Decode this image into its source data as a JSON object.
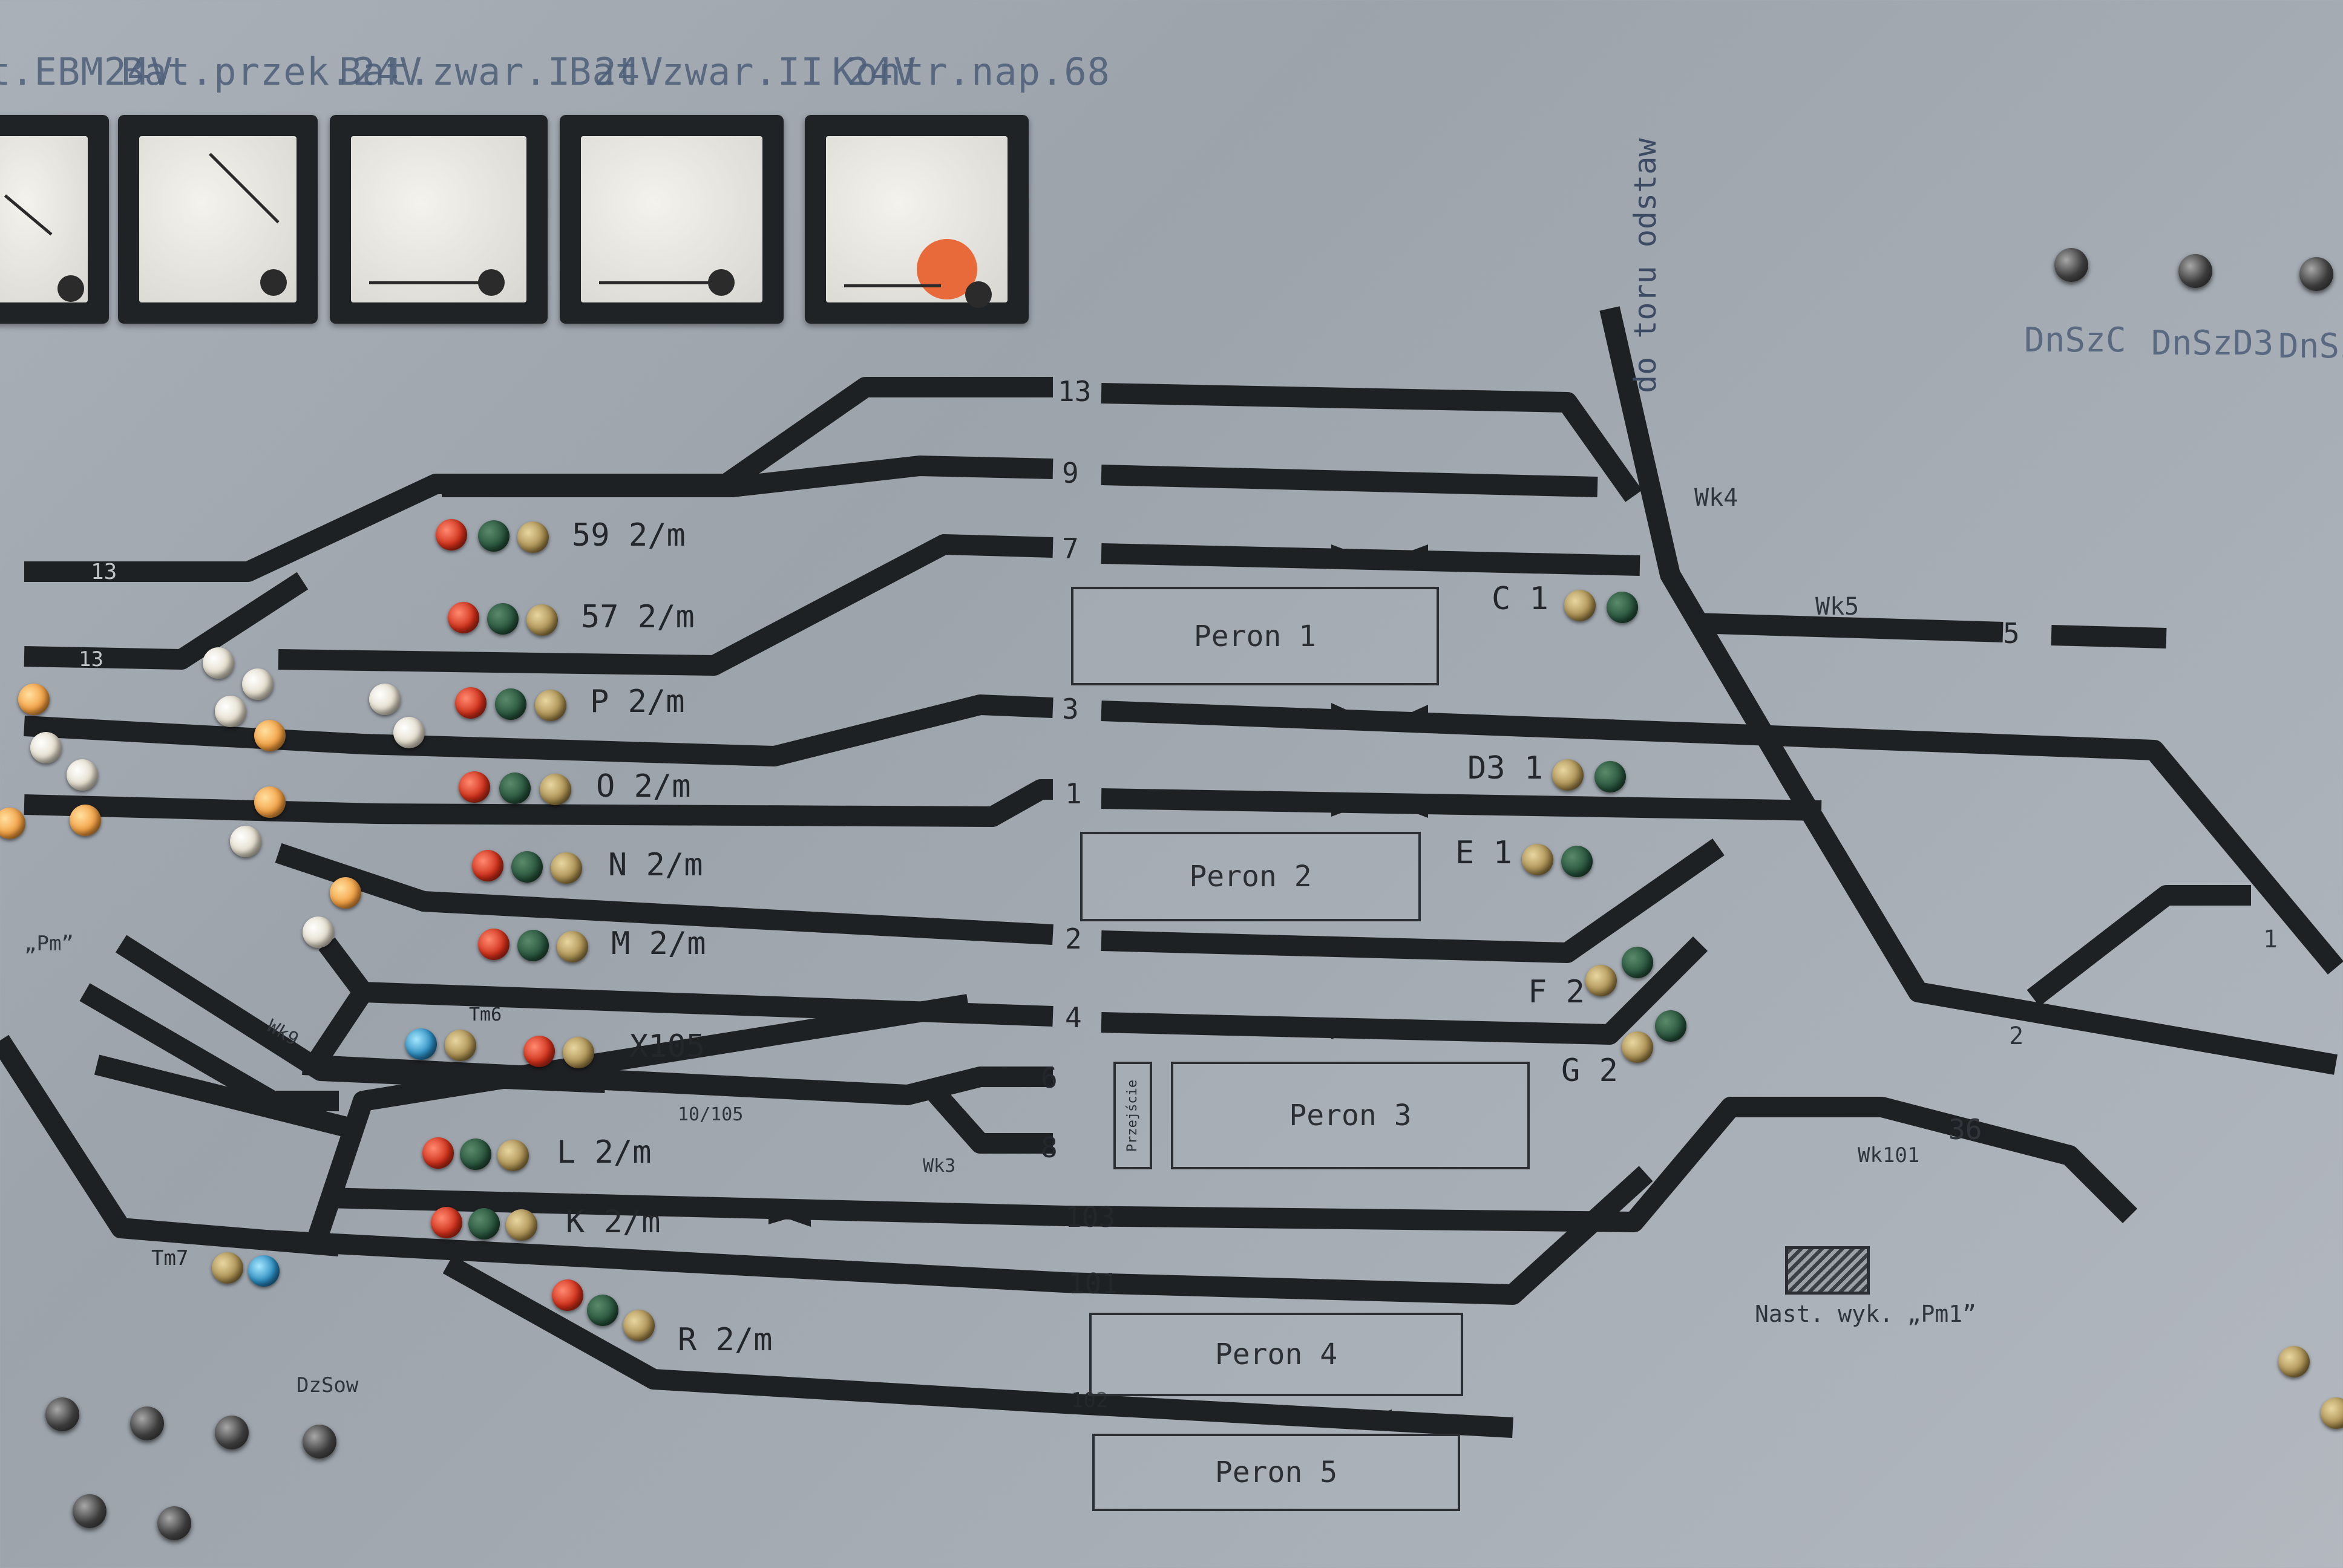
{
  "meters": [
    {
      "label": "t.EBM24V"
    },
    {
      "label": "Bat.przek.24V"
    },
    {
      "label": "Bat.zwar.I 24V"
    },
    {
      "label": "Bat.zwar.II 24V"
    },
    {
      "label": "Kontr.nap.68"
    }
  ],
  "knobs": [
    {
      "label": "DnSzC"
    },
    {
      "label": "DnSzD3"
    },
    {
      "label": "DnSz"
    }
  ],
  "track_numbers": [
    "13",
    "9",
    "7",
    "3",
    "1",
    "2",
    "4",
    "6",
    "8",
    "103",
    "101",
    "102",
    "5",
    "13",
    "13"
  ],
  "platforms": [
    "Peron 1",
    "Peron 2",
    "Peron 3",
    "Peron 4",
    "Peron 5"
  ],
  "przejscie": "Przejście",
  "signals": [
    {
      "label": "59 2/m"
    },
    {
      "label": "57 2/m"
    },
    {
      "label": "P 2/m"
    },
    {
      "label": "O 2/m"
    },
    {
      "label": "N 2/m"
    },
    {
      "label": "M 2/m"
    },
    {
      "label": "X105"
    },
    {
      "label": "L 2/m"
    },
    {
      "label": "K 2/m"
    },
    {
      "label": "R 2/m"
    },
    {
      "label": "Tm6"
    },
    {
      "label": "Tm7"
    },
    {
      "label": "C 1"
    },
    {
      "label": "D3 1"
    },
    {
      "label": "E 1"
    },
    {
      "label": "F 2"
    },
    {
      "label": "G 2"
    }
  ],
  "misc_labels": {
    "do_toru_odstaw": "do toru odstaw",
    "wk4": "Wk4",
    "wk5": "Wk5",
    "wk101": "Wk101",
    "wk3": "Wk3",
    "wk9": "Wk9",
    "nast": "Nast. wyk. „Pm1”",
    "pm": "„Pm”",
    "dzsow": "DzSow",
    "track36": "36",
    "track1r": "1",
    "track2r": "2",
    "ref10105": "10/105"
  }
}
